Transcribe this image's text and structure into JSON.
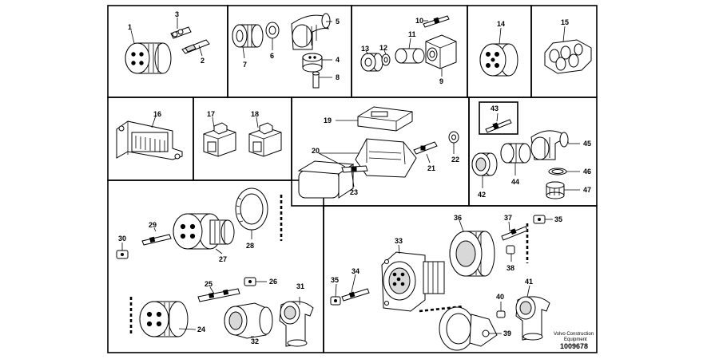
{
  "diagram": {
    "brand_line1": "Volvo Construction",
    "brand_line2": "Equipment",
    "doc_number": "1009678"
  },
  "parts": {
    "p1": "1",
    "p2": "2",
    "p3": "3",
    "p4": "4",
    "p5": "5",
    "p6": "6",
    "p7": "7",
    "p8": "8",
    "p9": "9",
    "p10": "10",
    "p11": "11",
    "p12": "12",
    "p13": "13",
    "p14": "14",
    "p15": "15",
    "p16": "16",
    "p17": "17",
    "p18": "18",
    "p19": "19",
    "p20": "20",
    "p21": "21",
    "p22": "22",
    "p23": "23",
    "p24": "24",
    "p25": "25",
    "p26": "26",
    "p27": "27",
    "p28": "28",
    "p29": "29",
    "p30": "30",
    "p31": "31",
    "p32": "32",
    "p33": "33",
    "p34": "34",
    "p35a": "35",
    "p35b": "35",
    "p36": "36",
    "p37": "37",
    "p38": "38",
    "p39": "39",
    "p40": "40",
    "p41": "41",
    "p42": "42",
    "p43": "43",
    "p44": "44",
    "p45": "45",
    "p46": "46",
    "p47": "47"
  }
}
